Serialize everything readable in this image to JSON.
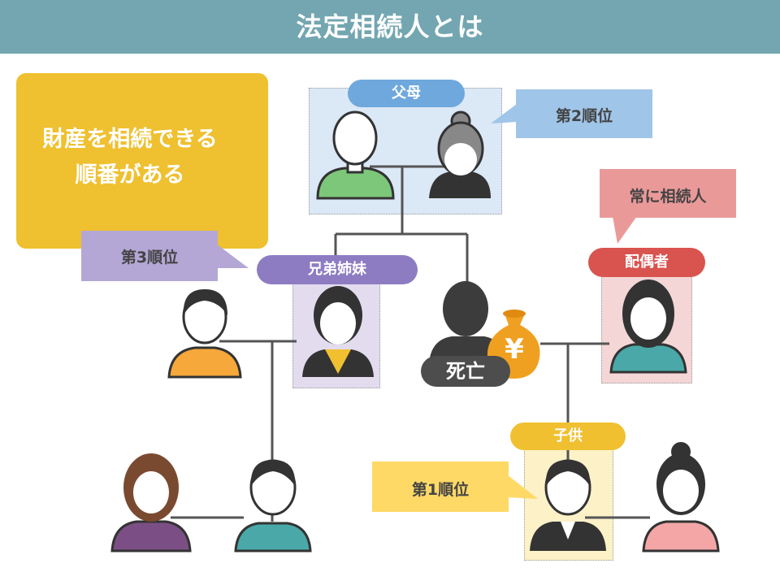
{
  "title": "法定相続人とは",
  "yellow_note": {
    "line1": "財産を相続できる",
    "line2": "順番がある"
  },
  "labels": {
    "parents": "父母",
    "siblings": "兄弟姉妹",
    "spouse": "配偶者",
    "children": "子供",
    "deceased": "死亡"
  },
  "callouts": {
    "rank2": "第2順位",
    "rank3": "第3順位",
    "rank1": "第1順位",
    "always": "常に相続人"
  },
  "money_symbol": "¥",
  "colors": {
    "title_bar": "#73a6b0",
    "parents": "#6fa8dc",
    "siblings": "#8e7cc3",
    "spouse": "#d9534f",
    "children": "#f0c030",
    "note": "#efc030"
  }
}
